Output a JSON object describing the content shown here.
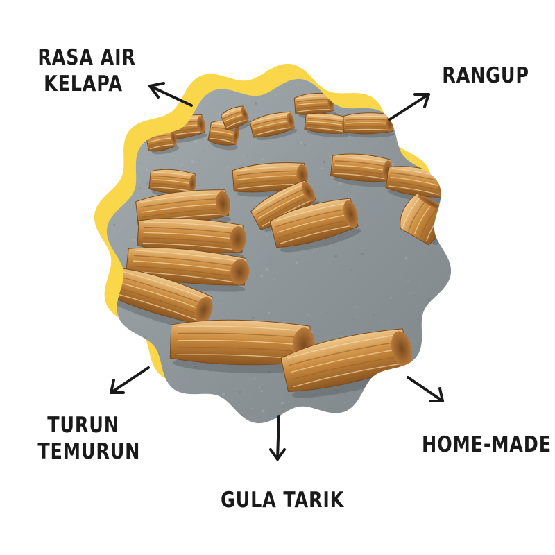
{
  "labels": {
    "top_left": [
      "RASA AIR",
      "KELAPA"
    ],
    "top_right": "RANGUP",
    "bottom_left": [
      "TURUN",
      "TEMURUN"
    ],
    "bottom_center": "GULA TARIK",
    "bottom_right": "HOME-MADE"
  },
  "colors": {
    "accent_yellow": "#F9D64A",
    "floor_grey": "#8E969A",
    "candy_gold": "#C98A3E",
    "arrow": "#1a1a1a"
  },
  "photo_subject": "coconut candy pieces on a concrete floor"
}
